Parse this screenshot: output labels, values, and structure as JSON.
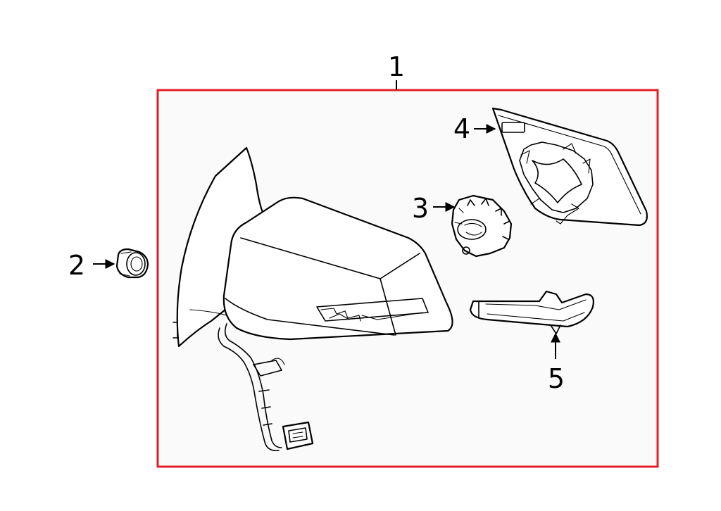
{
  "diagram": {
    "assembly_box_color": "#e41e26",
    "line_color": "#000000",
    "fill_color": "#fafafa",
    "callouts": {
      "assembly": "1",
      "grommet": "2",
      "actuator": "3",
      "glass": "4",
      "signal_lamp": "5"
    }
  }
}
